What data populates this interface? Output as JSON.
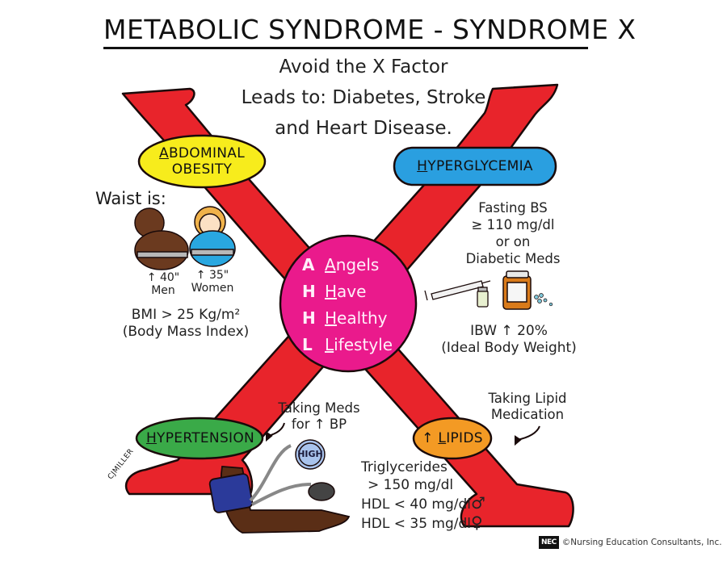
{
  "title": "METABOLIC SYNDROME - SYNDROME X",
  "subtitle_lines": [
    "Avoid the X Factor",
    "Leads to: Diabetes, Stroke",
    "and Heart Disease."
  ],
  "colors": {
    "x_red": "#e8242b",
    "outline": "#1a0a0a",
    "abdominal_oval": "#f7ec1c",
    "hyperglycemia_oval": "#2a9fe0",
    "hypertension_oval": "#3aaa48",
    "lipids_oval": "#f39a24",
    "center_circle": "#ea1a8c"
  },
  "criteria": {
    "abdominal_obesity": {
      "first_letter": "A",
      "label_rest_line1": "BDOMINAL",
      "label_line2": "OBESITY",
      "waist_heading": "Waist is:",
      "men_value": "↑ 40\"",
      "men_label": "Men",
      "women_value": "↑ 35\"",
      "women_label": "Women",
      "bmi_line1": "BMI > 25 Kg/m²",
      "bmi_line2": "(Body Mass Index)"
    },
    "hyperglycemia": {
      "first_letter": "H",
      "label_rest": "YPERGLYCEMIA",
      "notes": [
        "Fasting BS",
        "≥ 110 mg/dl",
        "or on",
        "Diabetic Meds"
      ],
      "ibw_line1": "IBW ↑ 20%",
      "ibw_line2": "(Ideal Body Weight)"
    },
    "hypertension": {
      "first_letter": "H",
      "label_rest": "YPERTENSION",
      "meds_line1": "Taking Meds",
      "meds_line2": "for ↑ BP",
      "gauge_label": "HIGH"
    },
    "lipids": {
      "arrow": "↑",
      "first_letter": "L",
      "label_rest": "IPIDS",
      "meds_line1": "Taking Lipid",
      "meds_line2": "Medication",
      "notes": [
        "Triglycerides",
        "  > 150 mg/dl",
        "HDL < 40 mg/dl",
        "HDL < 35 mg/dl"
      ],
      "male_symbol": "♂",
      "female_symbol": "♀"
    }
  },
  "mnemonic": [
    {
      "letter": "A",
      "first": "A",
      "rest": "ngels"
    },
    {
      "letter": "H",
      "first": "H",
      "rest": "ave"
    },
    {
      "letter": "H",
      "first": "H",
      "rest": "ealthy"
    },
    {
      "letter": "L",
      "first": "L",
      "rest": "ifestyle"
    }
  ],
  "signature": "CJMILLER",
  "footer": {
    "logo_text": "NEC",
    "copyright": "©Nursing Education Consultants, Inc."
  }
}
